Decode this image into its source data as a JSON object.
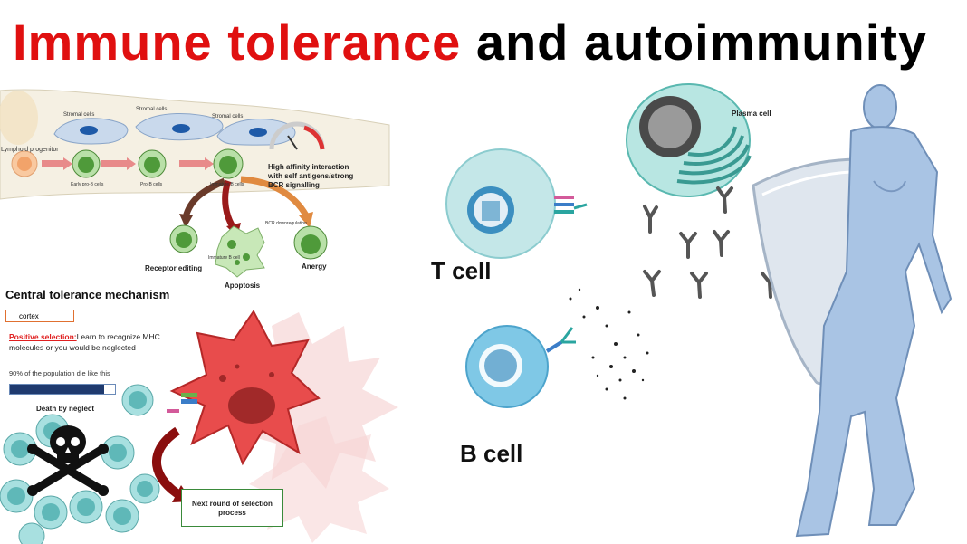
{
  "title": {
    "part1": "Immune tolerance",
    "part2": "and autoimmunity",
    "part1_color": "#e01010",
    "part2_color": "#000000"
  },
  "top_left_diagram": {
    "lymphoid_progenitor": "Lymphoid progenitor",
    "stromal_cells": [
      "Stromal cells",
      "Stromal cells",
      "Stromal cells"
    ],
    "stage_labels": [
      "Early pro-B cells",
      "Pro-B cells",
      "Immature B cells"
    ],
    "high_affinity": [
      "High affinity interaction",
      "with self antigens/strong",
      "BCR signalling"
    ],
    "receptor_editing": "Receptor editing",
    "apoptosis": "Apoptosis",
    "anergy": "Anergy",
    "bcr_downregulation": "BCR downregulation",
    "immature_b_cell": "Immature B cell"
  },
  "central_tolerance": {
    "heading": "Central tolerance mechanism",
    "cortex": "cortex",
    "positive_selection_label": "Positive selection:",
    "positive_selection_text": "Learn to recognize MHC molecules or you would be neglected",
    "population_text": "90% of the population die like this",
    "population_fraction": 0.9,
    "death_by_neglect": "Death by neglect",
    "next_round": "Next round of selection process"
  },
  "right_diagram": {
    "t_cell": "T cell",
    "b_cell": "B cell",
    "plasma_cell": "Plasma cell"
  },
  "icons": [
    "skull-crossbones-icon",
    "antibody-icon",
    "shield-icon"
  ]
}
